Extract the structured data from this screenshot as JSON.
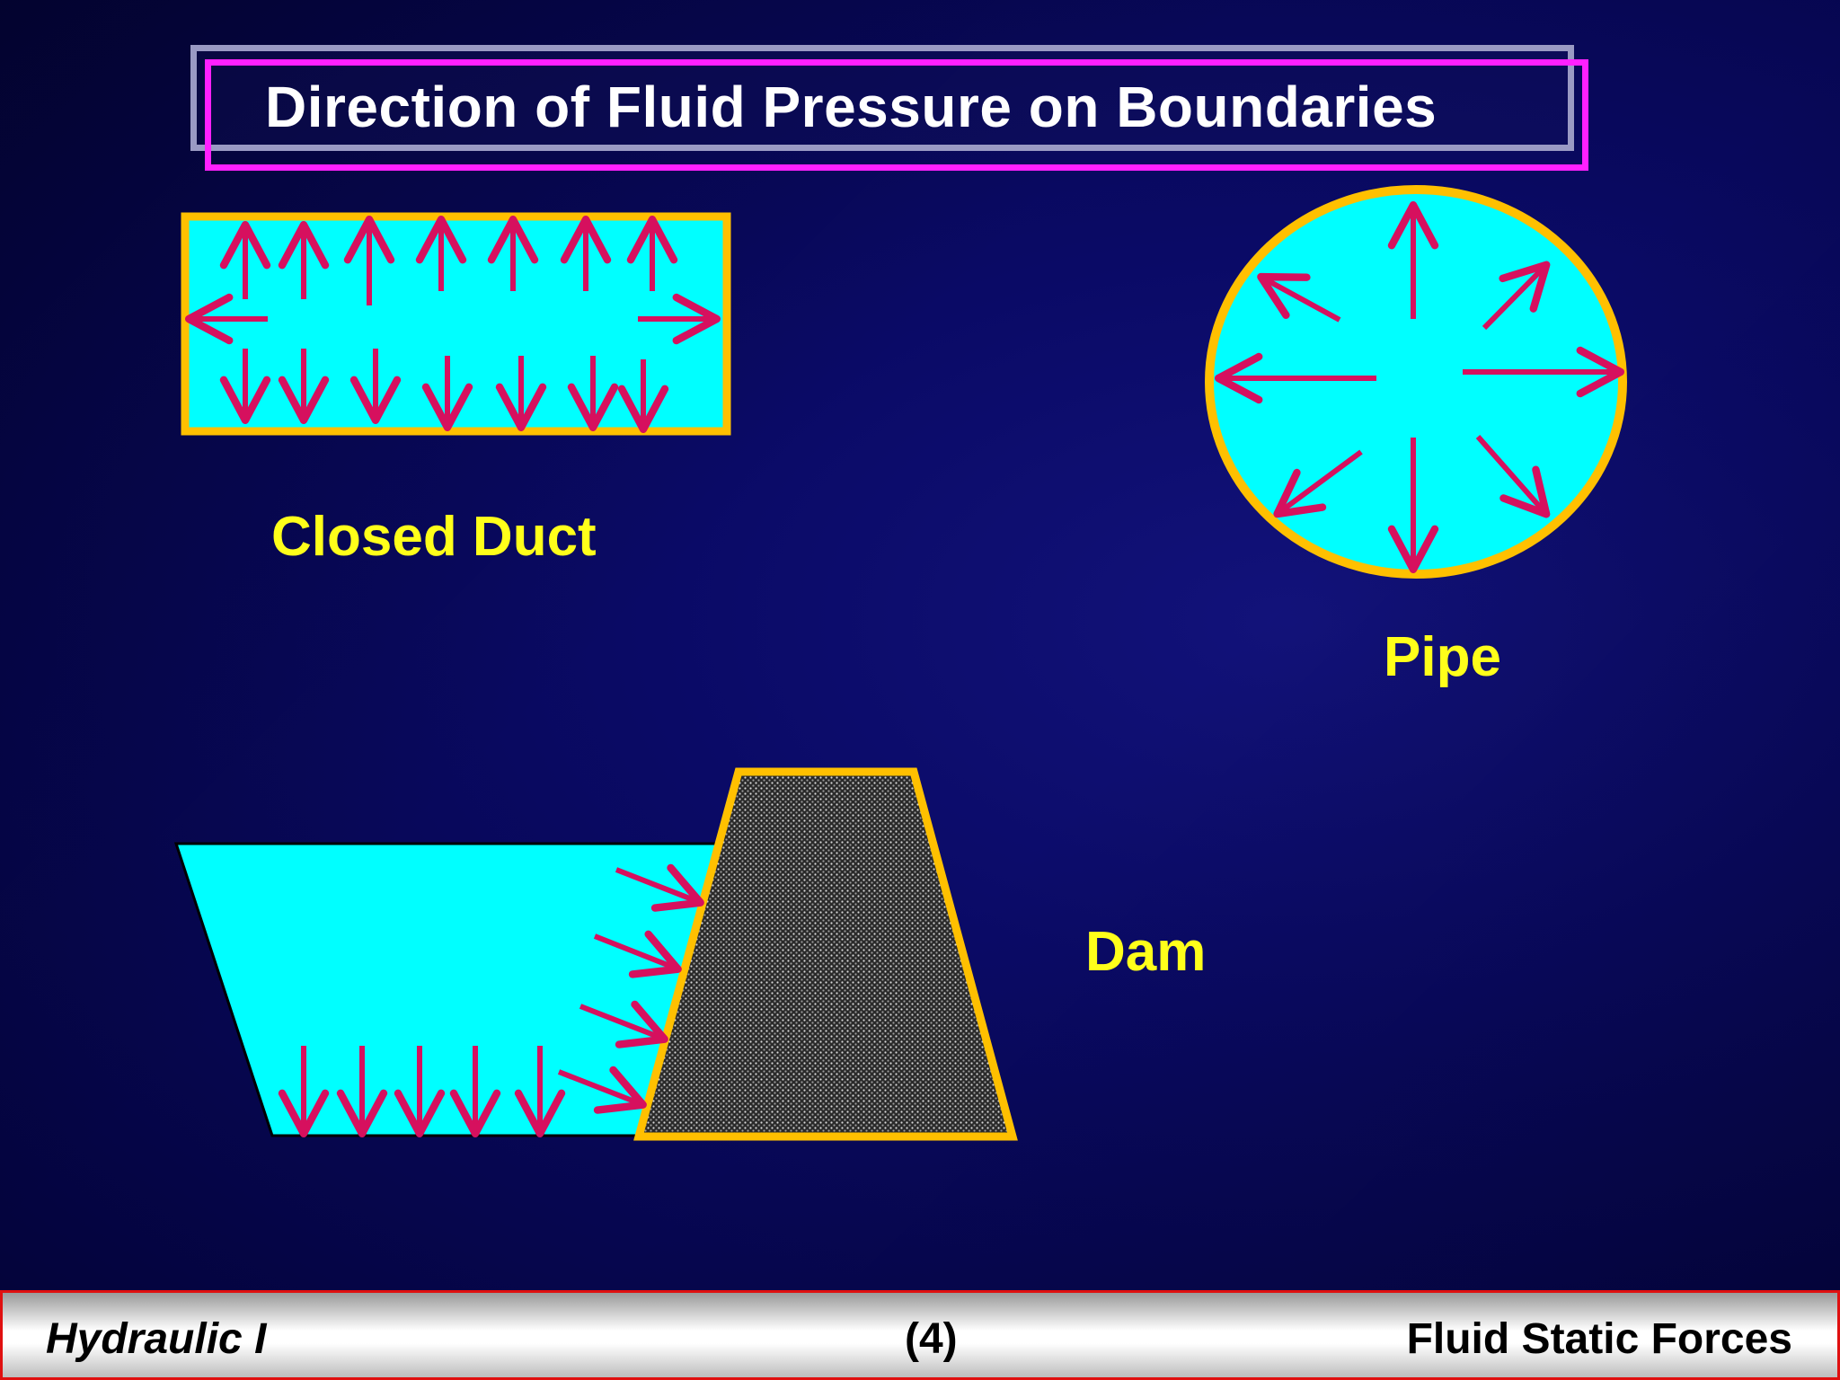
{
  "slide": {
    "title": "Direction of Fluid Pressure on Boundaries"
  },
  "labels": {
    "closed_duct": "Closed Duct",
    "pipe": "Pipe",
    "dam": "Dam"
  },
  "footer": {
    "left": "Hydraulic I",
    "center": "(4)",
    "right": "Fluid Static Forces"
  },
  "colors": {
    "background": "#0a0a66",
    "fluid": "#00ffff",
    "boundary": "#ffc000",
    "arrow": "#d6105e",
    "title_border": "#ff20ff",
    "label_text": "#ffff1a",
    "dam_fill": "#4a4a4a"
  }
}
